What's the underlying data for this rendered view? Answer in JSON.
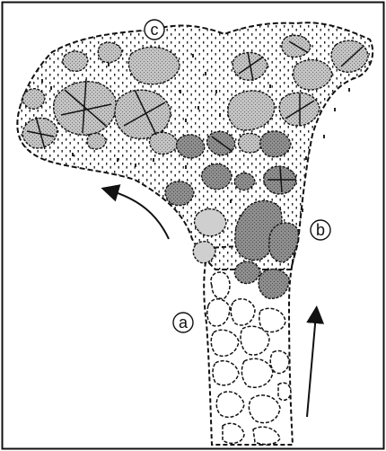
{
  "figure": {
    "labels": {
      "a": "a",
      "b": "b",
      "c": "c"
    }
  },
  "colors": {
    "frame": "#111111",
    "outline": "#111111",
    "background": "#ffffff",
    "clast_fill": "#bdbdbd",
    "clast_dark_fill": "#8a8a8a",
    "clast_pale_fill": "#d8d8d8"
  }
}
